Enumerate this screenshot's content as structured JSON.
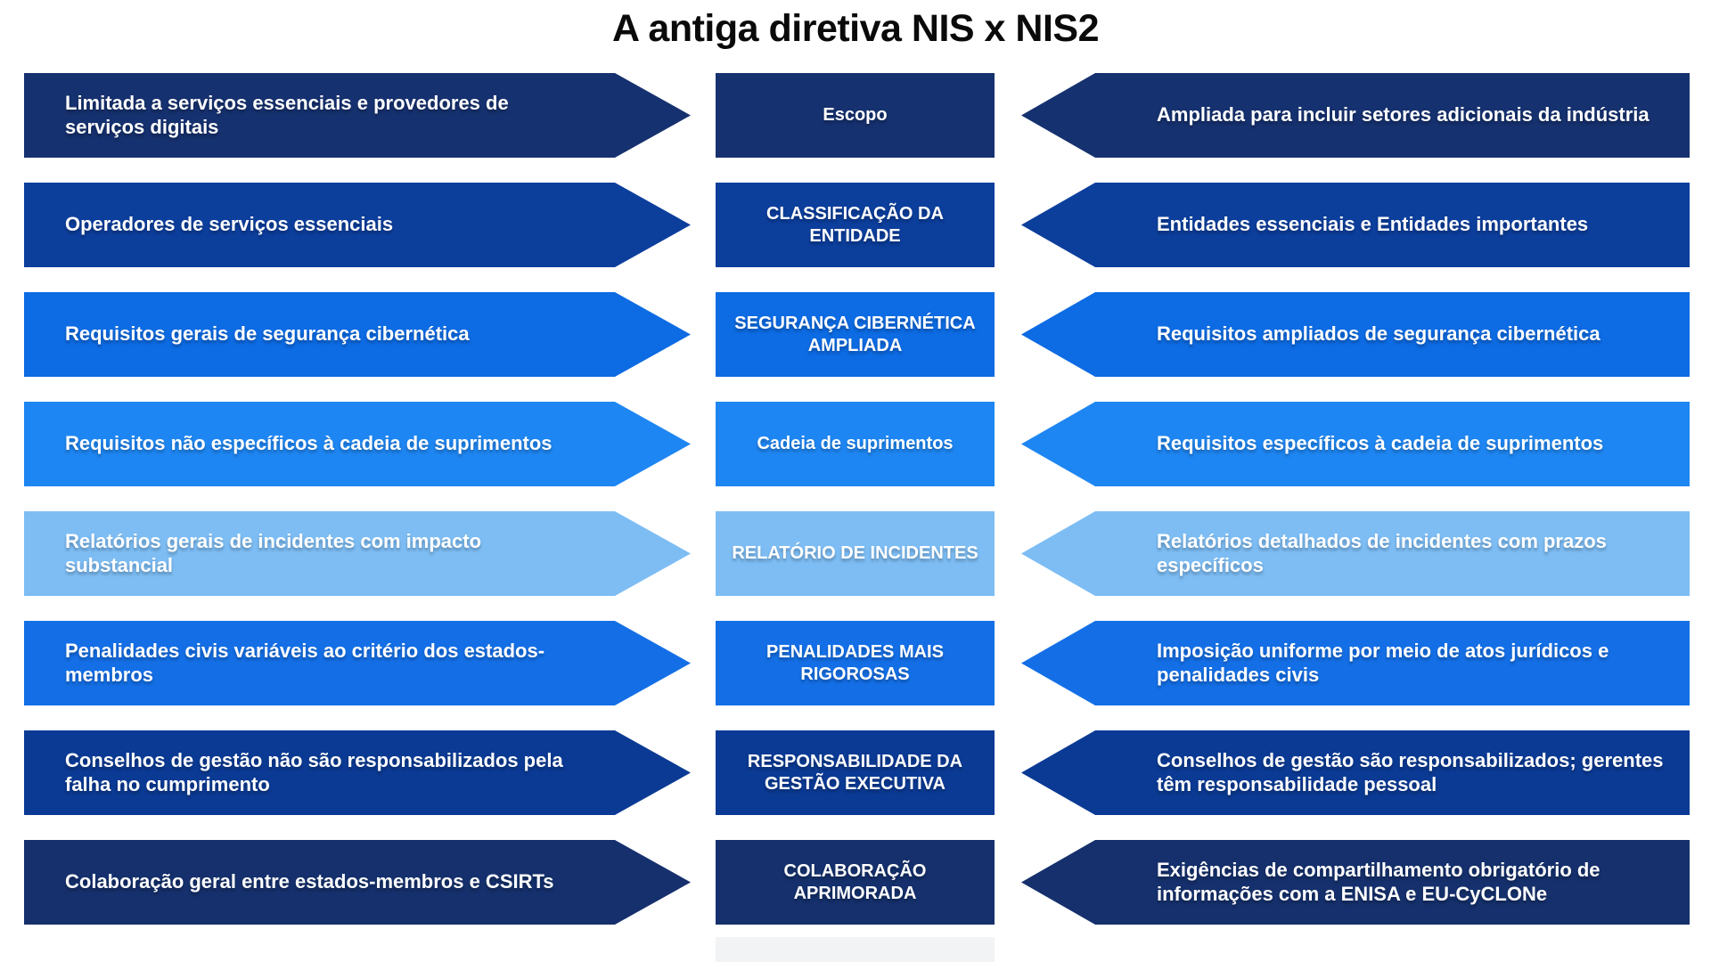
{
  "title": "A antiga diretiva NIS x NIS2",
  "rows": [
    {
      "center_label": "Escopo",
      "old_text": "Limitada a serviços essenciais e provedores de serviços digitais",
      "new_text": "Ampliada para incluir setores adicionais da indústria",
      "color": "#16316F"
    },
    {
      "center_label": "CLASSIFICAÇÃO DA ENTIDADE",
      "old_text": "Operadores de serviços essenciais",
      "new_text": "Entidades essenciais e Entidades importantes",
      "color": "#0C3E9C"
    },
    {
      "center_label": "SEGURANÇA CIBERNÉTICA AMPLIADA",
      "old_text": "Requisitos gerais de segurança cibernética",
      "new_text": "Requisitos ampliados de segurança cibernética",
      "color": "#0D6BE3"
    },
    {
      "center_label": "Cadeia de suprimentos",
      "old_text": "Requisitos não específicos à cadeia de suprimentos",
      "new_text": "Requisitos específicos à cadeia de suprimentos",
      "color": "#1E86F2"
    },
    {
      "center_label": "RELATÓRIO DE INCIDENTES",
      "old_text": "Relatórios gerais de incidentes com impacto substancial",
      "new_text": "Relatórios detalhados de incidentes com prazos específicos",
      "color": "#7DBDF4"
    },
    {
      "center_label": "PENALIDADES MAIS RIGOROSAS",
      "old_text": "Penalidades civis variáveis ao critério dos estados-membros",
      "new_text": "Imposição uniforme por meio de atos jurídicos e penalidades civis",
      "color": "#146FE6"
    },
    {
      "center_label": "RESPONSABILIDADE DA GESTÃO EXECUTIVA",
      "old_text": "Conselhos de gestão não são responsabilizados pela falha no cumprimento",
      "new_text": "Conselhos de gestão são responsabilizados; gerentes têm responsabilidade pessoal",
      "color": "#0B3A94"
    },
    {
      "center_label": "COLABORAÇÃO APRIMORADA",
      "old_text": "Colaboração geral entre estados-membros e CSIRTs",
      "new_text": "Exigências de compartilhamento obrigatório de informações com a ENISA e EU-CyCLONe",
      "color": "#15306C"
    }
  ],
  "cutoff_next_box_color": "#F2F3F5"
}
